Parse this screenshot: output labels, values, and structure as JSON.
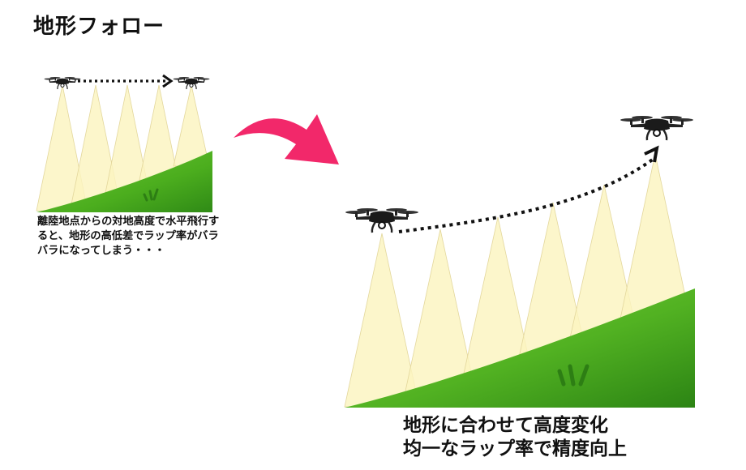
{
  "title": "地形フォロー",
  "left_caption": "離陸地点からの対地高度で水平飛行すると、地形の高低差でラップ率がバラバラになってしまう・・・",
  "right_caption": {
    "line1": "地形に合わせて高度変化",
    "line2": "均一なラップ率で精度向上"
  },
  "colors": {
    "grass": "#4cae1e",
    "grass_dark": "#2f8a16",
    "cone": "#fbf4bf",
    "cone_edge": "#e3d79c",
    "arrow": "#f2286a",
    "drone": "#222222"
  },
  "icons": [
    "drone-icon",
    "curved-arrow-icon",
    "grass-tuft-icon"
  ]
}
